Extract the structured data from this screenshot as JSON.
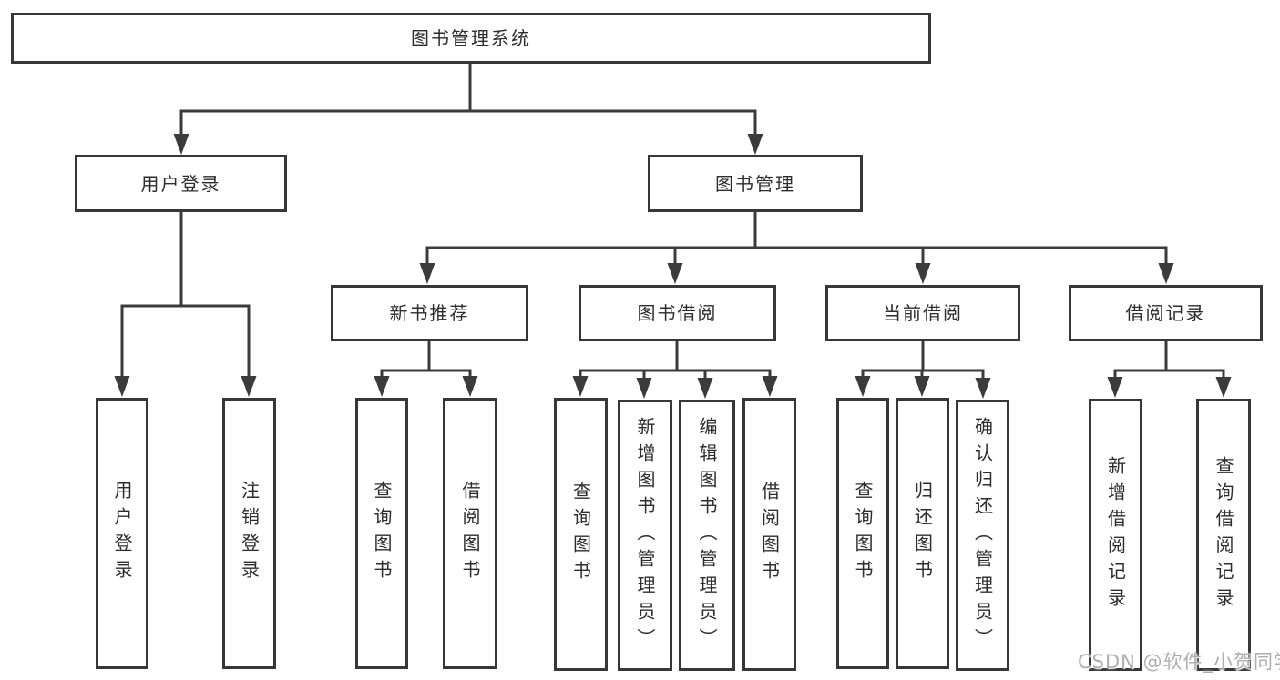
{
  "diagram_title": "图书管理系统",
  "tree": {
    "label": "图书管理系统",
    "children": [
      {
        "label": "用户登录",
        "children": [
          {
            "label": "用户登录"
          },
          {
            "label": "注销登录"
          }
        ]
      },
      {
        "label": "图书管理",
        "children": [
          {
            "label": "新书推荐",
            "children": [
              {
                "label": "查询图书"
              },
              {
                "label": "借阅图书"
              }
            ]
          },
          {
            "label": "图书借阅",
            "children": [
              {
                "label": "查询图书"
              },
              {
                "label": "新增图书（管理员）"
              },
              {
                "label": "编辑图书（管理员）"
              },
              {
                "label": "借阅图书"
              }
            ]
          },
          {
            "label": "当前借阅",
            "children": [
              {
                "label": "查询图书"
              },
              {
                "label": "归还图书"
              },
              {
                "label": "确认归还（管理员）"
              }
            ]
          },
          {
            "label": "借阅记录",
            "children": [
              {
                "label": "新增借阅记录"
              },
              {
                "label": "查询借阅记录"
              }
            ]
          }
        ]
      }
    ]
  },
  "watermark": {
    "text": "CSDN @软件_小贺同学"
  },
  "colors": {
    "background": "#ffffff",
    "line": "#3b3b3b",
    "box_border": "#373737",
    "text": "#2d2d2d",
    "watermark": "#aeaeae"
  }
}
